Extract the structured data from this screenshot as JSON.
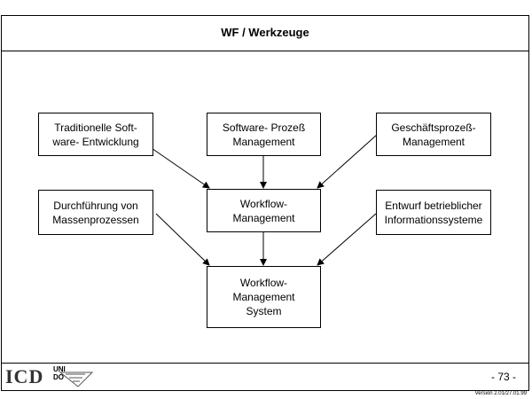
{
  "slide": {
    "title": "WF / Werkzeuge",
    "page_number": "- 73 -",
    "version": "Version 2.01/27.01.99"
  },
  "logo": {
    "icd": "ICD",
    "uni": "UNI DO"
  },
  "nodes": {
    "traditional": "Traditionelle Soft-\nware- Entwicklung",
    "software_process": "Software- Prozeß\nManagement",
    "business_process": "Geschäftsprozeß-\nManagement",
    "mass_processes": "Durchführung von\nMassenprozessen",
    "workflow_management": "Workflow-\nManagement",
    "operational_design": "Entwurf betrieblicher\nInformationssysteme",
    "wfm_system": "Workflow-\nManagement\nSystem"
  }
}
